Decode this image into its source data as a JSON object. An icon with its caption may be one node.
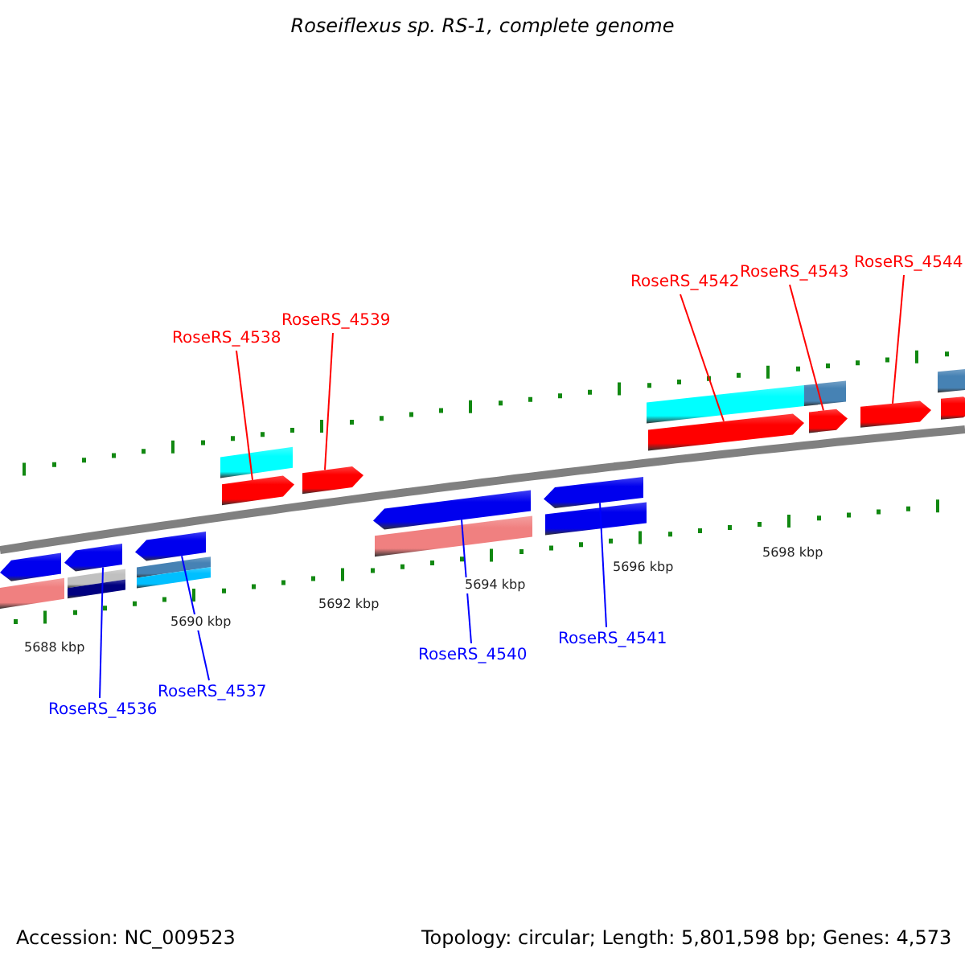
{
  "diagram": {
    "title": "Roseiflexus sp. RS-1, complete genome",
    "nodes": [
      {
        "text": [
          "RoseRS_4536"
        ]
      },
      {
        "text": [
          "RoseRS_4537"
        ]
      },
      {
        "text": [
          "RoseRS_4538"
        ]
      },
      {
        "text": [
          "RoseRS_4539"
        ]
      },
      {
        "text": [
          "RoseRS_4540"
        ]
      },
      {
        "text": [
          "RoseRS_4541"
        ]
      },
      {
        "text": [
          "RoseRS_4542"
        ]
      },
      {
        "text": [
          "RoseRS_4543"
        ]
      },
      {
        "text": [
          "RoseRS_4544"
        ]
      },
      {
        "text": [],
        "shape": "arrow"
      },
      {
        "text": [],
        "shape": "bar"
      },
      {
        "text": [],
        "shape": "arrow"
      },
      {
        "text": [],
        "shape": "bar"
      },
      {
        "text": [],
        "shape": "arrow"
      },
      {
        "text": [],
        "shape": "bar"
      },
      {
        "text": [],
        "shape": "bar"
      },
      {
        "text": [],
        "shape": "arrow"
      },
      {
        "text": [],
        "shape": "arrow"
      },
      {
        "text": [],
        "shape": "arrow"
      },
      {
        "text": [],
        "shape": "bar"
      },
      {
        "text": [],
        "shape": "arrow"
      },
      {
        "text": [],
        "shape": "bar"
      },
      {
        "text": [],
        "shape": "bar"
      },
      {
        "text": [],
        "shape": "bar"
      },
      {
        "text": [],
        "shape": "arrow"
      },
      {
        "text": [],
        "shape": "arrow"
      },
      {
        "text": [],
        "shape": "arrow"
      },
      {
        "text": [],
        "shape": "bar"
      },
      {
        "text": [],
        "shape": "arrow"
      }
    ],
    "edges": [
      {
        "from": 0,
        "to": 11,
        "arrow": "none",
        "color": "#0000ff"
      },
      {
        "from": 1,
        "to": 13,
        "arrow": "none",
        "color": "#0000ff"
      },
      {
        "from": 2,
        "to": 16,
        "arrow": "none"
      },
      {
        "from": 3,
        "to": 17,
        "arrow": "none"
      },
      {
        "from": 4,
        "to": 18,
        "arrow": "none",
        "color": "#0000ff"
      },
      {
        "from": 5,
        "to": 20,
        "arrow": "none",
        "color": "#0000ff"
      },
      {
        "from": 6,
        "to": 24,
        "arrow": "none"
      },
      {
        "from": 7,
        "to": 25,
        "arrow": "none"
      },
      {
        "from": 8,
        "to": 26,
        "arrow": "none"
      }
    ],
    "labels": [
      "5688 kbp",
      "5690 kbp",
      "5692 kbp",
      "5694 kbp",
      "5696 kbp",
      "5698 kbp",
      "Accession: NC_009523",
      "Topology: circular; Length: 5,801,598 bp; Genes: 4,573"
    ]
  }
}
